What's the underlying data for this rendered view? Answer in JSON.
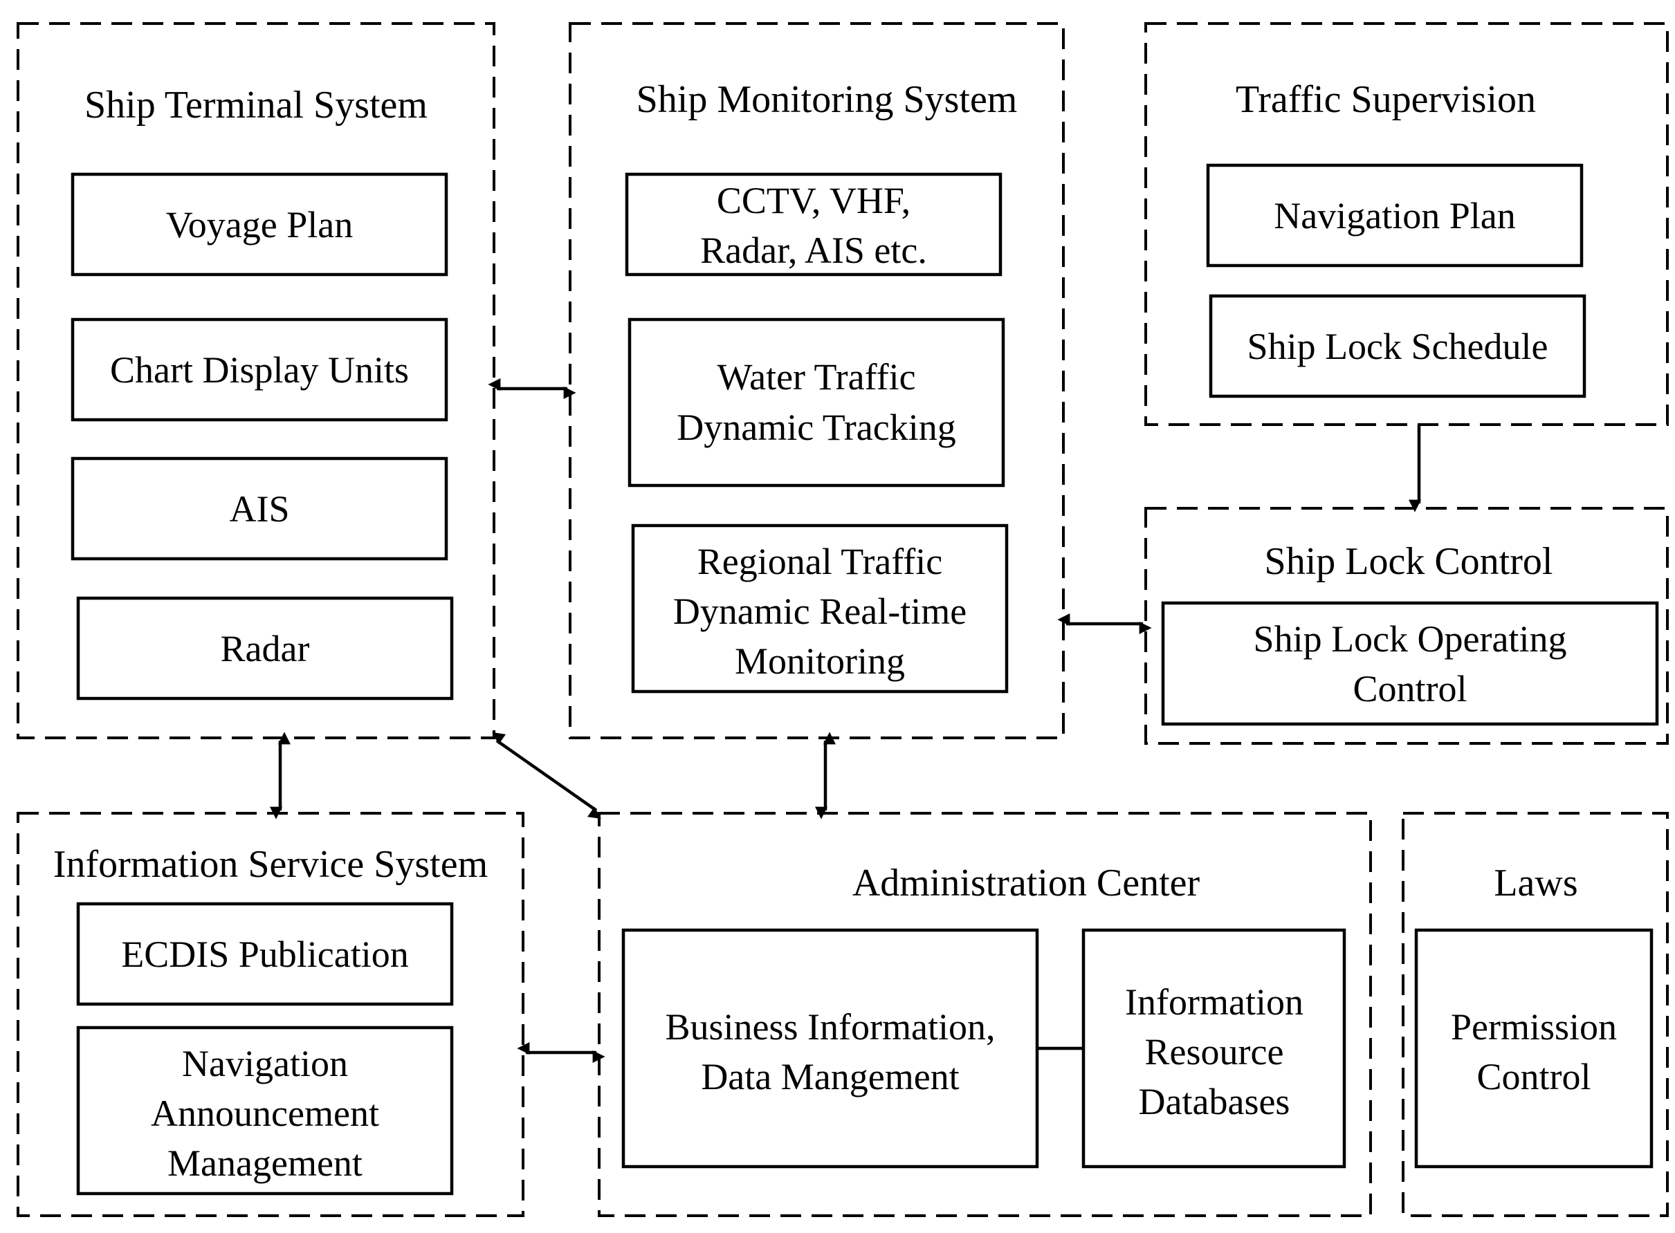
{
  "groups": {
    "ship_terminal": {
      "title": "Ship Terminal System",
      "items": [
        "Voyage Plan",
        "Chart Display Units",
        "AIS",
        "Radar"
      ]
    },
    "ship_monitoring": {
      "title": "Ship Monitoring System",
      "items": [
        [
          "CCTV, VHF,",
          "Radar, AIS etc."
        ],
        [
          "Water Traffic",
          "Dynamic Tracking"
        ],
        [
          "Regional Traffic",
          "Dynamic Real-time",
          "Monitoring"
        ]
      ]
    },
    "traffic_supervision": {
      "title": "Traffic Supervision",
      "items": [
        "Navigation Plan",
        "Ship Lock Schedule"
      ]
    },
    "ship_lock_control": {
      "title": "Ship Lock Control",
      "items": [
        [
          "Ship Lock Operating",
          "Control"
        ]
      ]
    },
    "information_service": {
      "title": "Information Service System",
      "items": [
        [
          "ECDIS Publication"
        ],
        [
          "Navigation",
          "Announcement",
          "Management"
        ]
      ]
    },
    "administration_center": {
      "title": "Administration Center",
      "items": [
        [
          "Business Information,",
          "Data Mangement"
        ],
        [
          "Information",
          "Resource",
          "Databases"
        ]
      ]
    },
    "laws": {
      "title": "Laws",
      "items": [
        [
          "Permission",
          "Control"
        ]
      ]
    }
  }
}
